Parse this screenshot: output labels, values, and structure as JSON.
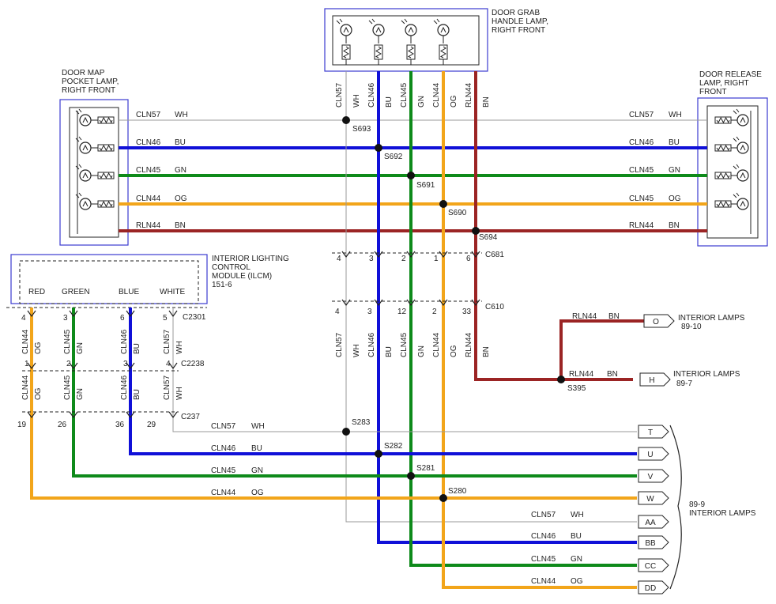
{
  "components": {
    "grab": {
      "title_lines": [
        "DOOR GRAB",
        "HANDLE LAMP,",
        "RIGHT FRONT"
      ]
    },
    "map": {
      "title_lines": [
        "DOOR MAP",
        "POCKET LAMP,",
        "RIGHT FRONT"
      ]
    },
    "release": {
      "title_lines": [
        "DOOR RELEASE",
        "LAMP, RIGHT",
        "FRONT"
      ]
    },
    "ilcm": {
      "title_lines": [
        "INTERIOR LIGHTING",
        "CONTROL",
        "MODULE (ILCM)",
        "151-6"
      ],
      "pins": [
        "RED",
        "GREEN",
        "BLUE",
        "WHITE"
      ]
    }
  },
  "colors": {
    "WH": "#9a9a9a",
    "BU": "#1010d8",
    "GN": "#0e8a1a",
    "OG": "#f2a51a",
    "BN": "#9b2424",
    "box": "#3b3bd0"
  },
  "wires": {
    "map_left": [
      {
        "circuit": "CLN57",
        "color": "WH"
      },
      {
        "circuit": "CLN46",
        "color": "BU"
      },
      {
        "circuit": "CLN45",
        "color": "GN"
      },
      {
        "circuit": "CLN44",
        "color": "OG"
      },
      {
        "circuit": "RLN44",
        "color": "BN"
      }
    ],
    "release_right": [
      {
        "circuit": "CLN57",
        "color": "WH"
      },
      {
        "circuit": "CLN46",
        "color": "BU"
      },
      {
        "circuit": "CLN45",
        "color": "GN"
      },
      {
        "circuit": "CLN45",
        "color": "OG"
      },
      {
        "circuit": "RLN44",
        "color": "BN"
      }
    ],
    "grab_vertical": [
      {
        "circuit": "CLN57",
        "color": "WH"
      },
      {
        "circuit": "CLN46",
        "color": "BU"
      },
      {
        "circuit": "CLN45",
        "color": "GN"
      },
      {
        "circuit": "CLN44",
        "color": "OG"
      },
      {
        "circuit": "RLN44",
        "color": "BN"
      }
    ],
    "ilcm_vertical": [
      {
        "circuit": "CLN44",
        "color": "OG"
      },
      {
        "circuit": "CLN45",
        "color": "GN"
      },
      {
        "circuit": "CLN46",
        "color": "BU"
      },
      {
        "circuit": "CLN57",
        "color": "WH"
      }
    ],
    "ilcm_horizontal": [
      {
        "circuit": "CLN57",
        "color": "WH"
      },
      {
        "circuit": "CLN46",
        "color": "BU"
      },
      {
        "circuit": "CLN45",
        "color": "GN"
      },
      {
        "circuit": "CLN44",
        "color": "OG"
      }
    ],
    "lower_right": [
      {
        "circuit": "CLN57",
        "color": "WH"
      },
      {
        "circuit": "CLN46",
        "color": "BU"
      },
      {
        "circuit": "CLN45",
        "color": "GN"
      },
      {
        "circuit": "CLN44",
        "color": "OG"
      }
    ],
    "rln_branch": [
      {
        "circuit": "RLN44",
        "color": "BN"
      },
      {
        "circuit": "RLN44",
        "color": "BN"
      }
    ]
  },
  "splices": [
    "S693",
    "S692",
    "S691",
    "S690",
    "S694",
    "S395",
    "S283",
    "S282",
    "S281",
    "S280"
  ],
  "connectors": {
    "c681": {
      "name": "C681",
      "pins": [
        "4",
        "3",
        "2",
        "1",
        "6"
      ]
    },
    "c610": {
      "name": "C610",
      "pins": [
        "4",
        "3",
        "12",
        "2",
        "33"
      ]
    },
    "c2301": {
      "name": "C2301",
      "pins": [
        "4",
        "3",
        "6",
        "5"
      ]
    },
    "c2238": {
      "name": "C2238",
      "pins": [
        "1",
        "2",
        "3",
        "4"
      ]
    },
    "c237": {
      "name": "C237",
      "pins": [
        "19",
        "26",
        "36",
        "29"
      ]
    }
  },
  "destinations": {
    "o": {
      "letter": "O",
      "lines": [
        "INTERIOR LAMPS",
        "89-10"
      ]
    },
    "h": {
      "letter": "H",
      "lines": [
        "INTERIOR LAMPS",
        "89-7"
      ]
    },
    "group": {
      "letters": [
        "T",
        "U",
        "V",
        "W",
        "AA",
        "BB",
        "CC",
        "DD"
      ],
      "lines": [
        "89-9",
        "INTERIOR LAMPS"
      ]
    }
  }
}
